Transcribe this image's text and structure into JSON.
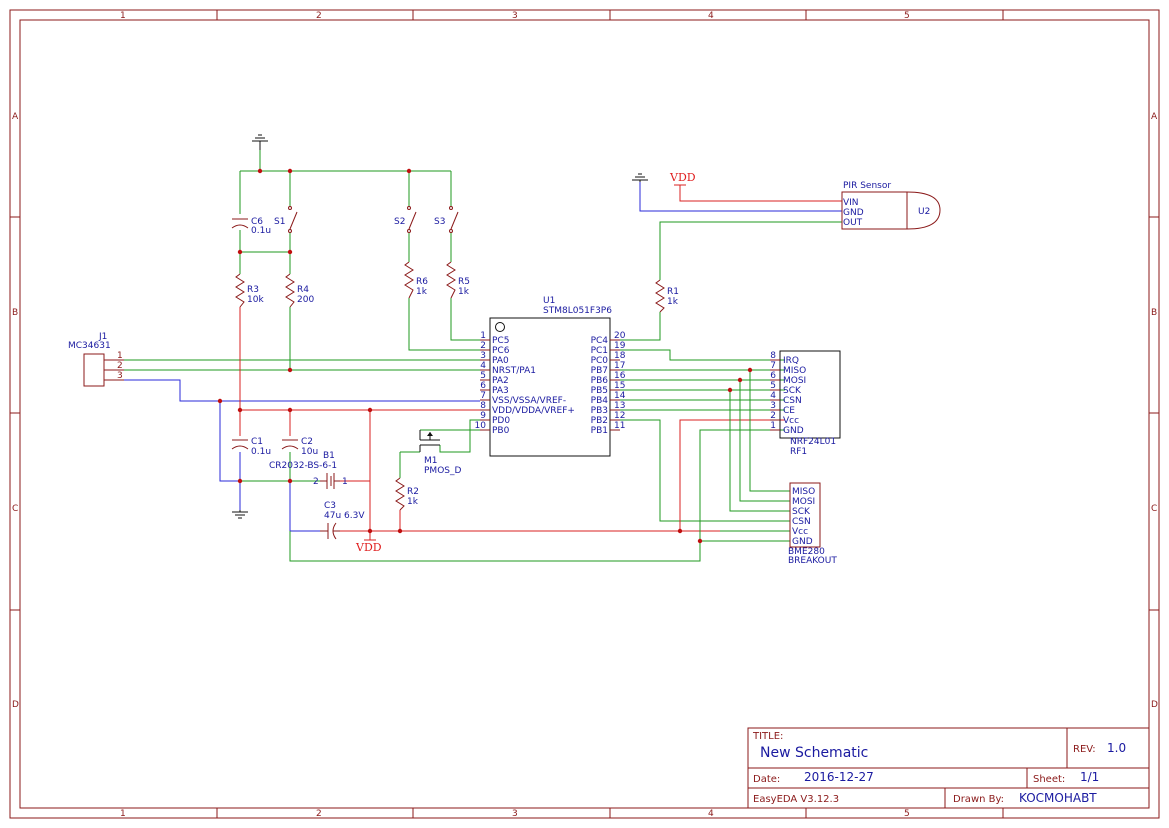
{
  "zones": {
    "cols": [
      "1",
      "2",
      "3",
      "4",
      "5"
    ],
    "rows": [
      "A",
      "B",
      "C",
      "D"
    ]
  },
  "title_block": {
    "title_label": "TITLE:",
    "title": "New Schematic",
    "rev_label": "REV:",
    "rev": "1.0",
    "date_label": "Date:",
    "date": "2016-12-27",
    "sheet_label": "Sheet:",
    "sheet": "1/1",
    "tool": "EasyEDA V3.12.3",
    "drawn_label": "Drawn By:",
    "drawn": "KOCMOHABT"
  },
  "u1": {
    "ref": "U1",
    "part": "STM8L051F3P6",
    "left_pins": [
      {
        "num": "1",
        "name": "PC5"
      },
      {
        "num": "2",
        "name": "PC6"
      },
      {
        "num": "3",
        "name": "PA0"
      },
      {
        "num": "4",
        "name": "NRST/PA1"
      },
      {
        "num": "5",
        "name": "PA2"
      },
      {
        "num": "6",
        "name": "PA3"
      },
      {
        "num": "7",
        "name": "VSS/VSSA/VREF-"
      },
      {
        "num": "8",
        "name": "VDD/VDDA/VREF+"
      },
      {
        "num": "9",
        "name": "PD0"
      },
      {
        "num": "10",
        "name": "PB0"
      }
    ],
    "right_pins": [
      {
        "num": "20",
        "name": "PC4"
      },
      {
        "num": "19",
        "name": "PC1"
      },
      {
        "num": "18",
        "name": "PC0"
      },
      {
        "num": "17",
        "name": "PB7"
      },
      {
        "num": "16",
        "name": "PB6"
      },
      {
        "num": "15",
        "name": "PB5"
      },
      {
        "num": "14",
        "name": "PB4"
      },
      {
        "num": "13",
        "name": "PB3"
      },
      {
        "num": "12",
        "name": "PB2"
      },
      {
        "num": "11",
        "name": "PB1"
      }
    ]
  },
  "rf1": {
    "ref": "RF1",
    "part": "NRF24L01",
    "pins": [
      {
        "num": "8",
        "name": "IRQ"
      },
      {
        "num": "7",
        "name": "MISO"
      },
      {
        "num": "6",
        "name": "MOSI"
      },
      {
        "num": "5",
        "name": "SCK"
      },
      {
        "num": "4",
        "name": "CSN"
      },
      {
        "num": "3",
        "name": "CE"
      },
      {
        "num": "2",
        "name": "Vcc"
      },
      {
        "num": "1",
        "name": "GND"
      }
    ]
  },
  "bme": {
    "ref": "BME280",
    "part": "BREAKOUT",
    "pins": [
      "MISO",
      "MOSI",
      "SCK",
      "CSN",
      "Vcc",
      "GND"
    ]
  },
  "pir": {
    "title": "PIR Sensor",
    "ref": "U2",
    "pins": [
      "VIN",
      "GND",
      "OUT"
    ]
  },
  "j1": {
    "ref": "J1",
    "part": "MC34631",
    "pins": [
      "1",
      "2",
      "3"
    ]
  },
  "components": {
    "c6": {
      "ref": "C6",
      "val": "0.1u"
    },
    "s1": {
      "ref": "S1"
    },
    "s2": {
      "ref": "S2"
    },
    "s3": {
      "ref": "S3"
    },
    "r3": {
      "ref": "R3",
      "val": "10k"
    },
    "r4": {
      "ref": "R4",
      "val": "200"
    },
    "r6": {
      "ref": "R6",
      "val": "1k"
    },
    "r5": {
      "ref": "R5",
      "val": "1k"
    },
    "r1": {
      "ref": "R1",
      "val": "1k"
    },
    "r2": {
      "ref": "R2",
      "val": "1k"
    },
    "c1": {
      "ref": "C1",
      "val": "0.1u"
    },
    "c2": {
      "ref": "C2",
      "val": "10u"
    },
    "c3": {
      "ref": "C3",
      "val": "47u 6.3V"
    },
    "b1": {
      "ref": "B1",
      "val": "CR2032-BS-6-1",
      "pin_a": "2",
      "pin_b": "1"
    },
    "m1": {
      "ref": "M1",
      "val": "PMOS_D"
    }
  },
  "power": {
    "vdd": "VDD"
  }
}
